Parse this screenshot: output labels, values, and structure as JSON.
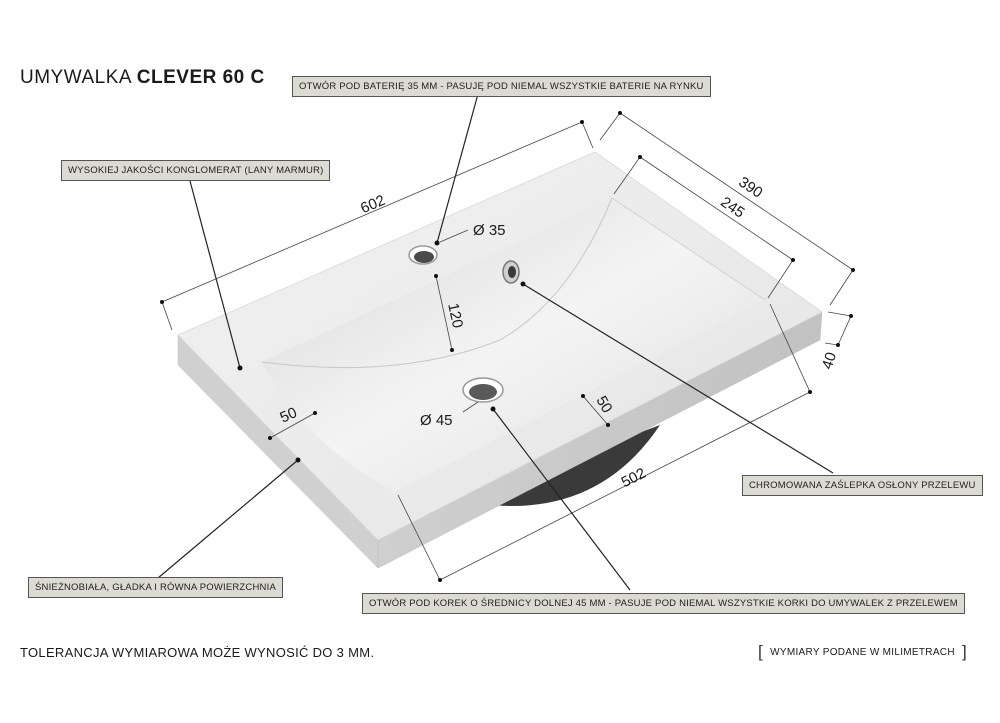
{
  "title": {
    "prefix": "UMYWALKA ",
    "bold": "CLEVER 60 C"
  },
  "callouts": {
    "tap_hole": "OTWÓR POD BATERIĘ 35 MM - PASUJĘ POD NIEMAL WSZYSTKIE BATERIE NA RYNKU",
    "material": "WYSOKIEJ JAKOŚCI KONGLOMERAT (LANY MARMUR)",
    "surface": "ŚNIEŻNOBIAŁA, GŁADKA I RÓWNA POWIERZCHNIA",
    "overflow": "CHROMOWANA ZAŚLEPKA OSŁONY PRZELEWU",
    "drain": "OTWÓR POD KOREK O ŚREDNICY DOLNEJ 45 MM - PASUJE POD NIEMAL WSZYSTKIE KORKI DO UMYWALEK Z PRZELEWEM"
  },
  "dimensions": {
    "width": "602",
    "depth": "390",
    "bowl_depth": "245",
    "height": "40",
    "tap_hole_dia": "Ø 35",
    "drain_dia": "Ø 45",
    "tap_to_drain": "120",
    "rim_left": "50",
    "rim_front": "50",
    "bowl_width": "502"
  },
  "footer": {
    "tolerance": "TOLERANCJA WYMIAROWA MOŻE WYNOSIĆ DO 3 MM.",
    "units": "WYMIARY PODANE W MILIMETRACH"
  }
}
